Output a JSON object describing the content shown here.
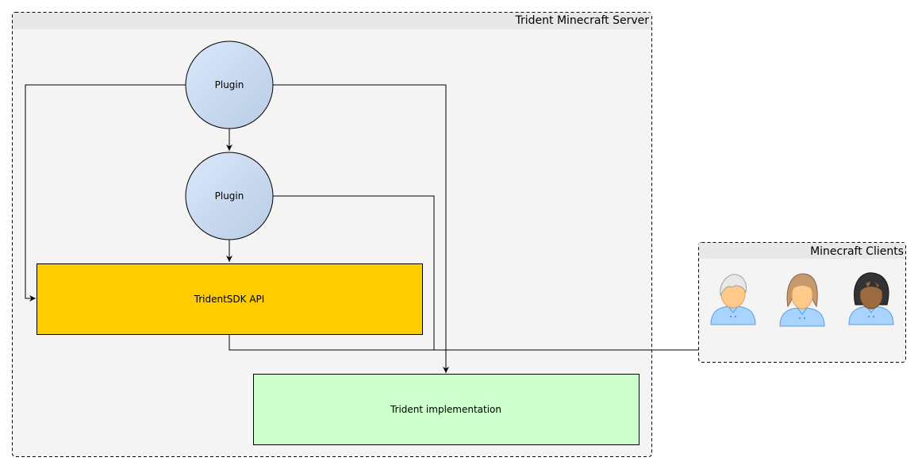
{
  "groups": {
    "server": {
      "label": "Trident Minecraft Server"
    },
    "clients": {
      "label": "Minecraft Clients",
      "users": [
        {
          "name": "user-gray-hair-icon",
          "hair": "#e8e8e8",
          "skin": "#ffc98a"
        },
        {
          "name": "user-brown-hair-icon",
          "hair": "#c49a6c",
          "skin": "#ffc98a"
        },
        {
          "name": "user-black-hair-icon",
          "hair": "#333333",
          "skin": "#9a6a40"
        }
      ]
    }
  },
  "nodes": {
    "plugin_top": {
      "label": "Plugin"
    },
    "plugin_bottom": {
      "label": "Plugin"
    },
    "api": {
      "label": "TridentSDK API"
    },
    "impl": {
      "label": "Trident implementation"
    }
  },
  "colors": {
    "group_fill": "#f4f4f4",
    "group_header": "#e8e8e8",
    "api_fill": "#ffcc00",
    "impl_fill": "#ccffcc",
    "plugin_light": "#dae8fc",
    "plugin_dark": "#b8cce4",
    "shirt": "#a9d4ff",
    "shirt_stroke": "#5b9bd5"
  }
}
